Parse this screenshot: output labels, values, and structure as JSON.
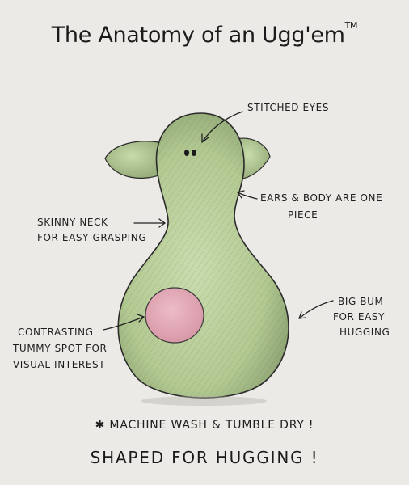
{
  "title": "The Anatomy of an Ugg'em",
  "title_mark": "TM",
  "labels": {
    "eyes": "STITCHED EYES",
    "ears_line1": "EARS & BODY ARE ONE",
    "ears_line2": "PIECE",
    "neck_line1": "SKINNY NECK",
    "neck_line2": "FOR EASY GRASPING",
    "bum_line1": "BIG BUM-",
    "bum_line2": "FOR EASY",
    "bum_line3": "HUGGING",
    "tummy_line1": "CONTRASTING",
    "tummy_line2": "TUMMY SPOT FOR",
    "tummy_line3": "VISUAL INTEREST"
  },
  "footer": {
    "note": "✱ MACHINE WASH & TUMBLE DRY !",
    "tagline": "SHAPED FOR HUGGING !"
  },
  "colors": {
    "paper": "#eceae6",
    "body_green": "#b9cf9a",
    "body_shadow": "#7f9464",
    "tummy_pink": "#e2aab6",
    "ink": "#1e1e1e"
  }
}
